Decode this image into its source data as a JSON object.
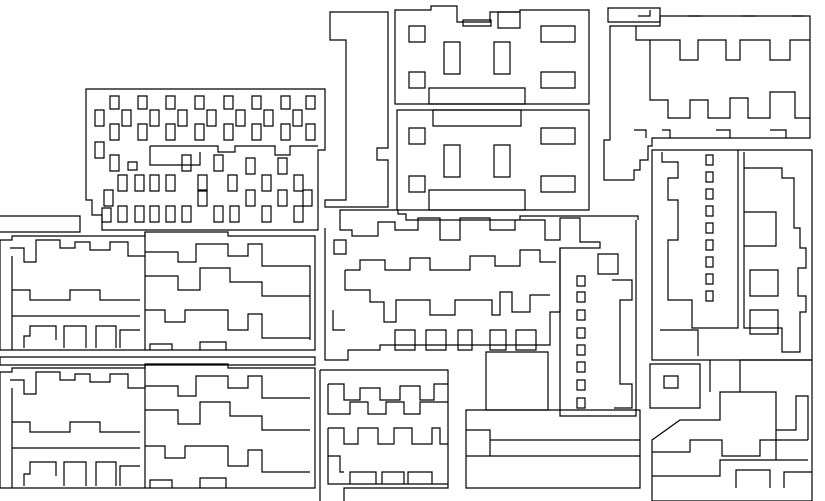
{
  "map": {
    "style": "building-footprint-outline-plan",
    "colors": {
      "background": "#ffffff",
      "stroke": "#000000"
    },
    "labels": [],
    "features": [
      "block-top-left-grid-building",
      "building-center-north-tall",
      "block-top-center-upper",
      "block-top-center-lower",
      "block-top-right-upper",
      "block-right-long-building",
      "block-left-row-1",
      "block-left-row-2",
      "block-center-middle",
      "block-center-lower-left",
      "block-center-bottom",
      "block-right-bottom"
    ]
  }
}
